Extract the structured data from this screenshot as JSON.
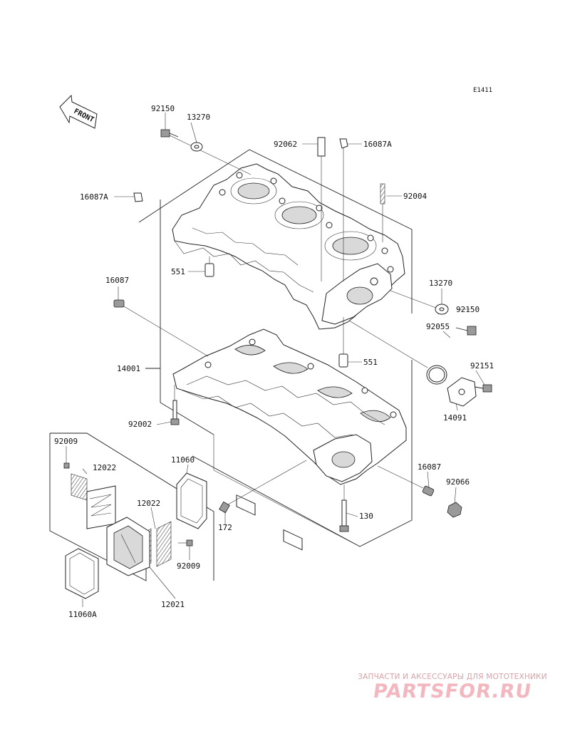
{
  "diagram_code": "E1411",
  "front_arrow_text": "FRONT",
  "labels": {
    "p92150_top": "92150",
    "p13270_top": "13270",
    "p92062": "92062",
    "p16087A_top": "16087A",
    "p16087A_left": "16087A",
    "p92004": "92004",
    "p551_left": "551",
    "p16087_left": "16087",
    "p13270_right": "13270",
    "p92150_right": "92150",
    "p92055": "92055",
    "p14001": "14001",
    "p551_right": "551",
    "p92151": "92151",
    "p14091": "14091",
    "p92002": "92002",
    "p92009_left": "92009",
    "p12022_left": "12022",
    "p11060": "11060",
    "p16087_right": "16087",
    "p92066": "92066",
    "p12022_mid": "12022",
    "p172": "172",
    "p130": "130",
    "p92009_mid": "92009",
    "p12021": "12021",
    "p11060A": "11060A"
  },
  "watermark": {
    "subtitle": "ЗАПЧАСТИ И АКСЕССУАРЫ ДЛЯ МОТОТЕХНИКИ",
    "logo": "PARTSFOR.RU",
    "color": "#f3b8bf"
  }
}
